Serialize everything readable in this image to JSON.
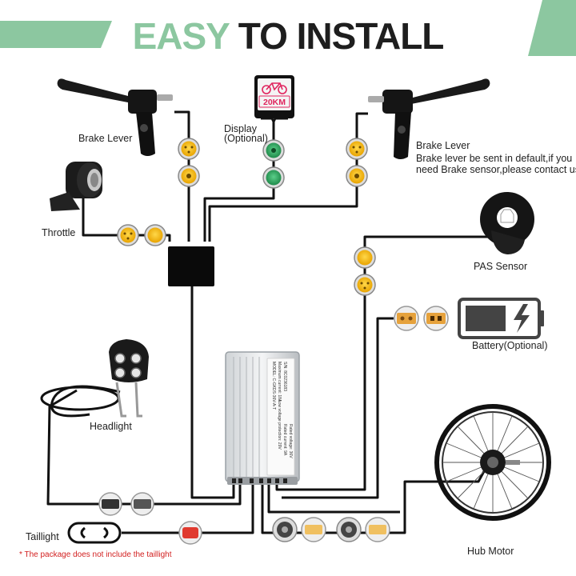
{
  "title": {
    "part1": "EASY",
    "part2": "TO INSTALL"
  },
  "colors": {
    "accent_green": "#8cc7a0",
    "wire": "#111111",
    "connector_yellow": "#f2b705",
    "connector_green": "#2e9e5b",
    "note_red": "#d21f1f",
    "display_pink": "#e0245e"
  },
  "display_screen": {
    "value": "20KM"
  },
  "labels": {
    "brake_lever_left": "Brake Lever",
    "display_line1": "Display",
    "display_line2": "(Optional)",
    "brake_lever_right": "Brake Lever",
    "brake_note_line1": "Brake lever be sent in default,if you",
    "brake_note_line2": "need Brake sensor,please contact us",
    "throttle": "Throttle",
    "pas_sensor": "PAS Sensor",
    "battery": "Battery(Optional)",
    "headlight": "Headlight",
    "taillight": "Taillight",
    "hub_motor": "Hub Motor"
  },
  "controller": {
    "line1": "MODEL: C-GKDS-36V-A-T",
    "line2": "Maximum current: 18A",
    "line3": "S/N: 8C0236183",
    "line4": "Rated voltage: 36V",
    "line5": "Rated current: 9A",
    "line6": "Low voltage protection: 29V"
  },
  "footnote": "* The package does not include the taillight"
}
